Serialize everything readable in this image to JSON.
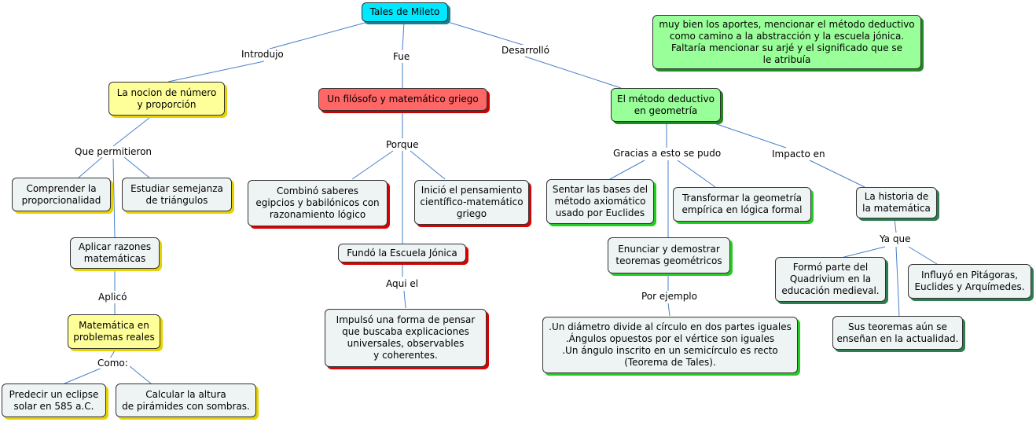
{
  "nodes": {
    "tales": "Tales de Mileto",
    "comment": "muy bien los aportes, mencionar el método deductivo\ncomo camino a la abstracción y la escuela jónica.\nFaltaría mencionar su arjé y el significado que se\nle atribuía",
    "nocion": "La nocion de número\ny proporción",
    "filosofo": "Un filósofo y matemático griego",
    "metodo": "El método deductivo\nen geometría",
    "comprender": "Comprender la\nproporcionalidad",
    "semejanza": "Estudiar semejanza\nde triángulos",
    "aplicar": "Aplicar razones\nmatemáticas",
    "matematica_problemas": "Matemática en\nproblemas reales",
    "eclipse": "Predecir un eclipse\nsolar en 585 a.C.",
    "piramides": "Calcular la altura\nde pirámides con sombras.",
    "combino": "Combinó saberes\negipcios y babilónicos con\nrazonamiento lógico",
    "inicio": "Inició el pensamiento\ncientífico-matemático\ngriego",
    "escuela": "Fundó la Escuela Jónica",
    "impulso": "Impulsó una forma de pensar\nque buscaba explicaciones\nuniversales, observables\ny coherentes.",
    "sentar": "Sentar las bases del\nmétodo axiomático\nusado por Euclides",
    "transformar": "Transformar la geometría\nempírica en lógica formal",
    "enunciar": "Enunciar y demostrar\nteoremas geométricos",
    "ejemplos": ".Un diámetro divide al círculo en dos partes iguales\n.Ángulos opuestos por el vértice son iguales\n.Un ángulo inscrito en un semicírculo es recto\n(Teorema de Tales).",
    "historia": "La historia de\nla matemática",
    "quadrivium": "Formó parte del\nQuadrivium en la\neducación medieval.",
    "influyo": "Influyó en Pitágoras,\nEuclides y Arquímedes.",
    "teoremas": "Sus teoremas aún se\nenseñan en la actualidad."
  },
  "links": {
    "introdujo": "Introdujo",
    "fue": "Fue",
    "desarrollo": "Desarrolló",
    "que_permitieron": "Que permitieron",
    "aplico": "Aplicó",
    "como": "Como:",
    "porque": "Porque",
    "aqui_el": "Aqui el",
    "gracias": "Gracias a esto se pudo",
    "impacto": "Impacto en",
    "por_ejemplo": "Por ejemplo",
    "ya_que": "Ya que"
  },
  "colors": {
    "line": "#4a7fc9",
    "cyan": "#00e8ff",
    "yellow": "#ffff99",
    "red": "#ff6666",
    "green": "#99ff99",
    "gray": "#eef3f4"
  }
}
